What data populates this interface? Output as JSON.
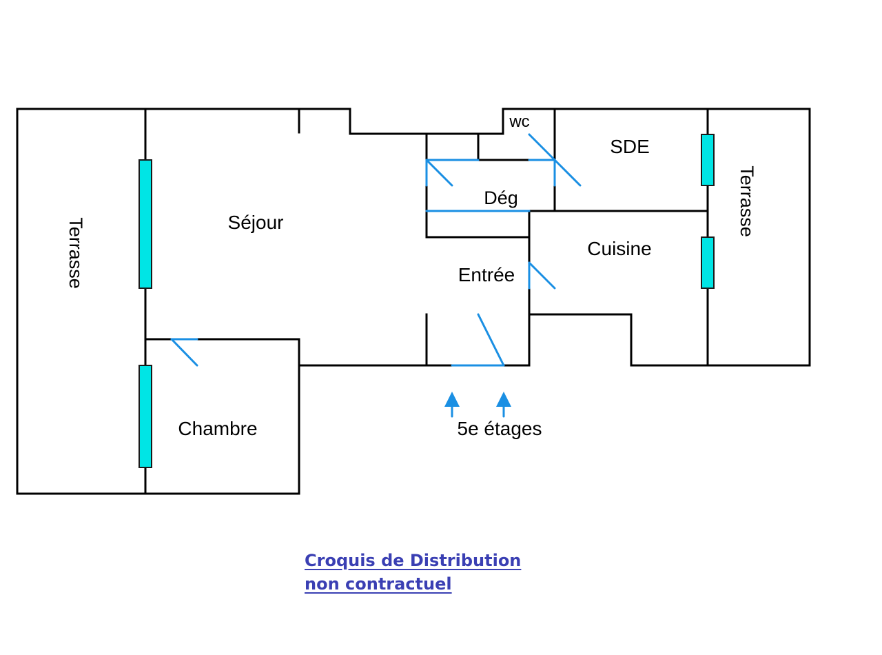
{
  "colors": {
    "walls": "#000000",
    "doors": "#1a8fe3",
    "windows": "#00e5e5",
    "caption": "#3a3fb3"
  },
  "rooms": {
    "terrasse_left": "Terrasse",
    "sejour": "Séjour",
    "chambre": "Chambre",
    "wc": "wc",
    "deg": "Dég",
    "entree": "Entrée",
    "sde": "SDE",
    "cuisine": "Cuisine",
    "terrasse_right": "Terrasse"
  },
  "access_label": "5e étages",
  "caption": {
    "line1": "Croquis de Distribution",
    "line2": "non contractuel"
  }
}
